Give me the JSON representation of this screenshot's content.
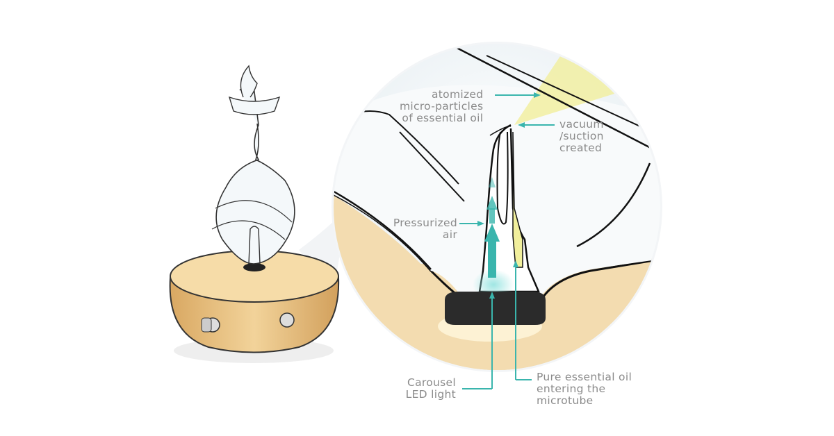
{
  "colors": {
    "accent": "#3ab5ad",
    "label": "#8a8a8a",
    "oil": "#f1ef9c",
    "wood": "#e8c27e"
  },
  "labels": {
    "atomized": [
      "atomized",
      "micro-particles",
      "of essential oil"
    ],
    "vacuum": [
      "vacuum",
      "/suction",
      "created"
    ],
    "pressurized": [
      "Pressurized",
      "air"
    ],
    "carousel": [
      "Carousel",
      "LED light"
    ],
    "pure_oil": [
      "Pure essential oil",
      "entering the",
      "microtube"
    ]
  }
}
